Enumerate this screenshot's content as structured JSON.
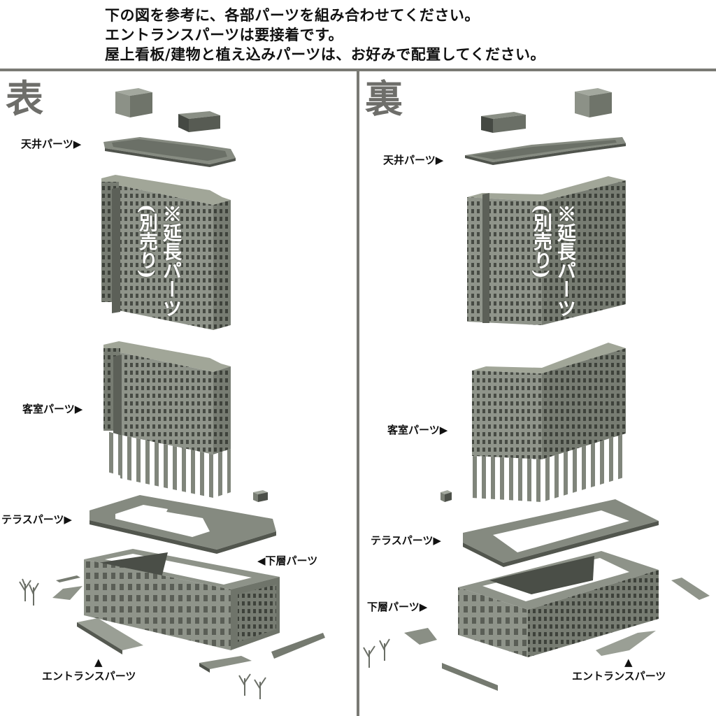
{
  "instructions": {
    "line1": "下の図を参考に、各部パーツを組み合わせてください。",
    "line2": "エントランスパーツは要接着です。",
    "line3": "屋上看板/建物と植え込みパーツは、お好みで配置してください。"
  },
  "front": {
    "title": "表",
    "labels": {
      "ceiling": "天井パーツ▶",
      "guest_room": "客室パーツ▶",
      "terrace": "テラスパーツ▶",
      "lower_floor": "◀下層パーツ",
      "entrance_arrow": "▲",
      "entrance": "エントランスパーツ"
    },
    "extension_note": {
      "line1": "※延長パーツ",
      "line2": "(別売り)"
    }
  },
  "back": {
    "title": "裏",
    "labels": {
      "ceiling": "天井パーツ▶",
      "guest_room": "客室パーツ▶",
      "terrace": "テラスパーツ▶",
      "lower_floor": "下層パーツ▶",
      "entrance_arrow": "▲",
      "entrance": "エントランスパーツ"
    },
    "extension_note": {
      "line1": "※延長パーツ",
      "line2": "(別売り)"
    }
  },
  "colors": {
    "part_light": "#8f948a",
    "part_mid": "#767b72",
    "part_dark": "#50544d",
    "divider": "#7a7a74"
  }
}
